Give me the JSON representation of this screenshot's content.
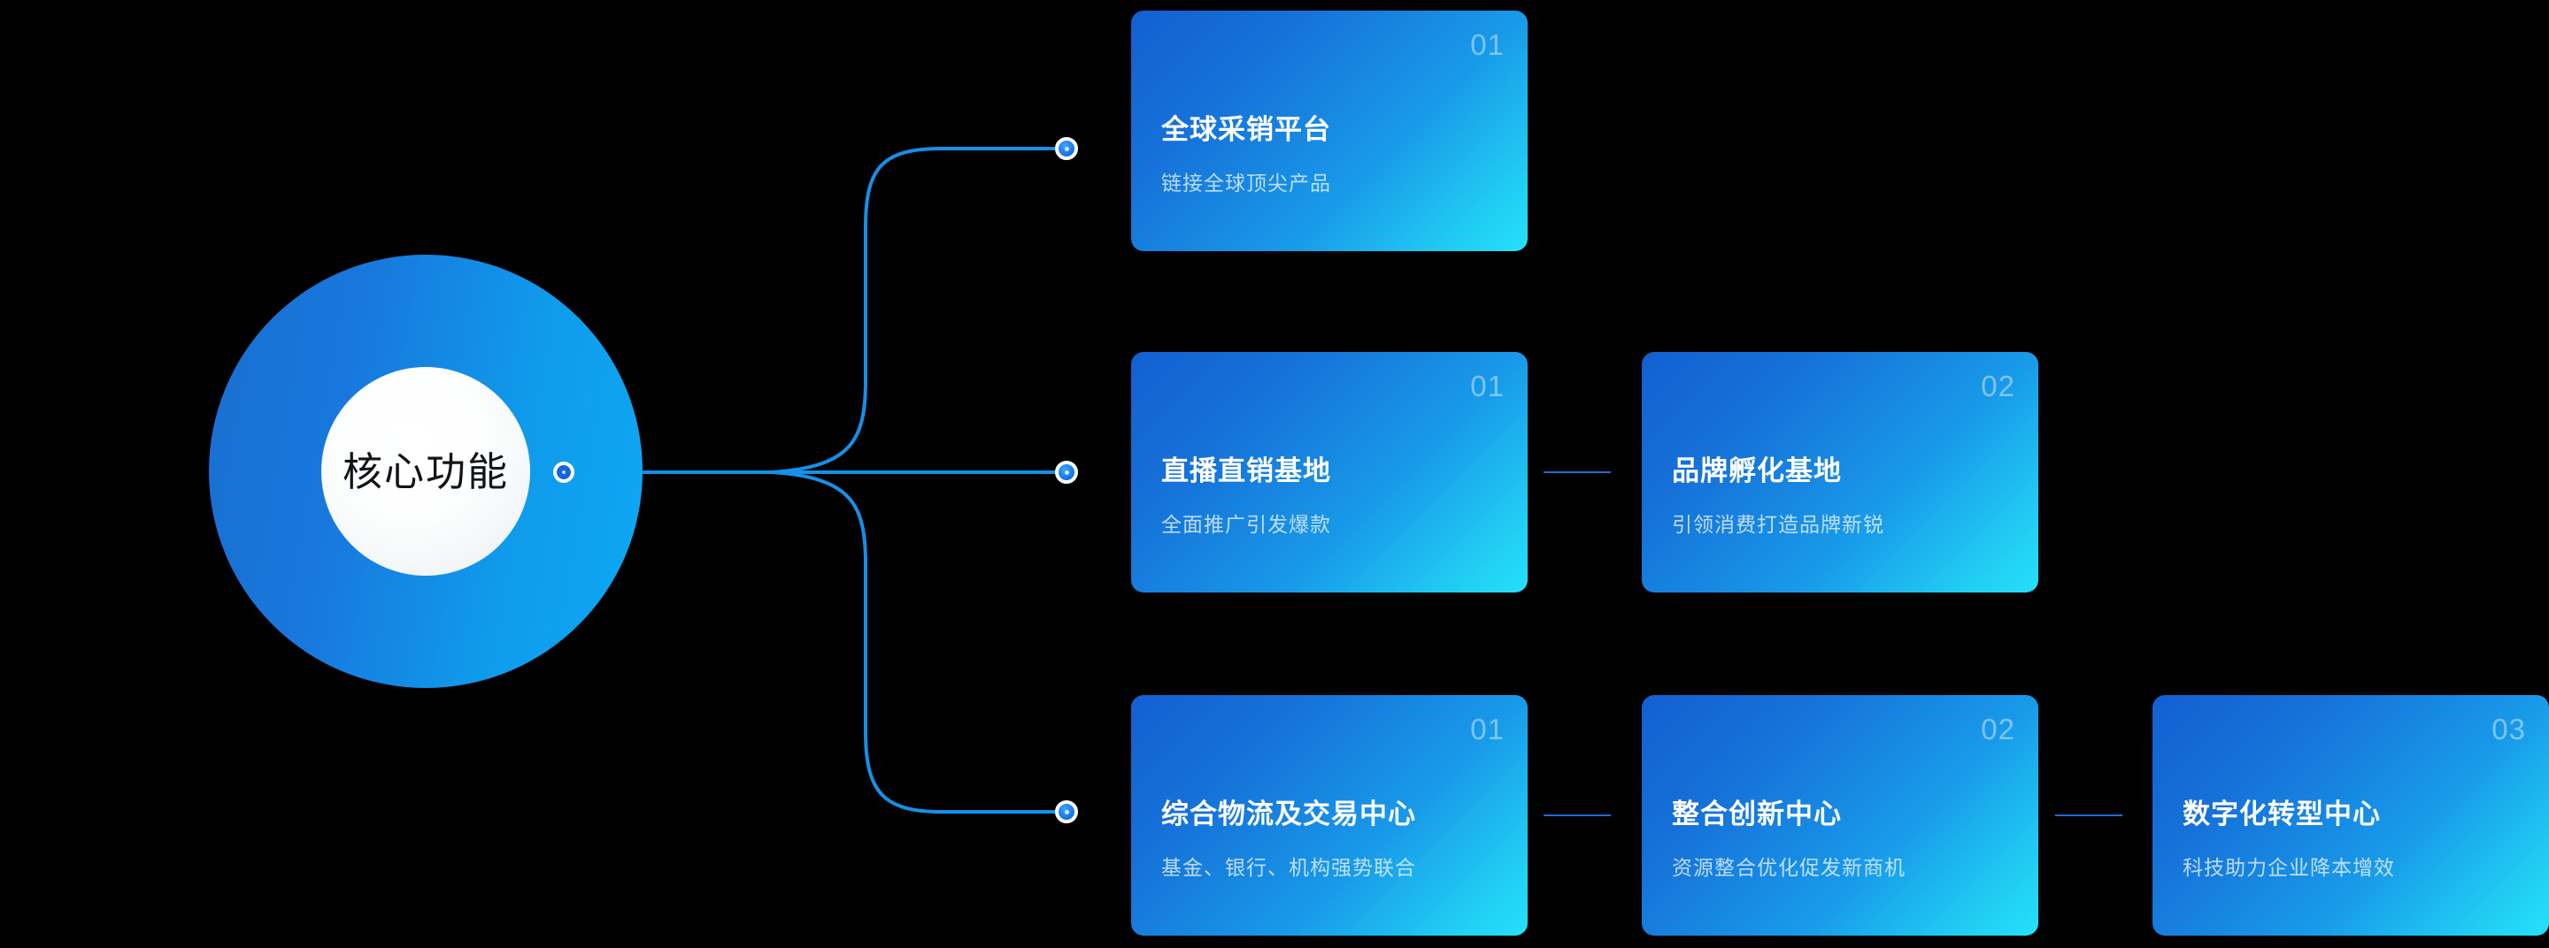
{
  "hub": {
    "label": "核心功能",
    "outer_gradient_from": "#1a6ed0",
    "outer_gradient_to": "#0ea8f5",
    "inner_fill": "#ffffff",
    "anchor_dot_color": "#1565d8"
  },
  "theme": {
    "background": "#000000",
    "card_gradient_from": "#1260d2",
    "card_gradient_to": "#25e0fa",
    "connector_color": "#1590e8",
    "link_color": "#1a6fd4",
    "node_dot_ring": "#ffffff",
    "node_dot_fill": "#1678ec",
    "title_color": "#ffffff",
    "subtitle_color": "#e7f2ff",
    "number_color": "#ecf4ff"
  },
  "branches": [
    {
      "branch_index": 1,
      "cards": [
        {
          "number": "01",
          "title": "全球采销平台",
          "subtitle": "链接全球顶尖产品"
        }
      ]
    },
    {
      "branch_index": 2,
      "cards": [
        {
          "number": "01",
          "title": "直播直销基地",
          "subtitle": "全面推广引发爆款"
        },
        {
          "number": "02",
          "title": "品牌孵化基地",
          "subtitle": "引领消费打造品牌新锐"
        }
      ]
    },
    {
      "branch_index": 3,
      "cards": [
        {
          "number": "01",
          "title": "综合物流及交易中心",
          "subtitle": "基金、银行、机构强势联合"
        },
        {
          "number": "02",
          "title": "整合创新中心",
          "subtitle": "资源整合优化促发新商机"
        },
        {
          "number": "03",
          "title": "数字化转型中心",
          "subtitle": "科技助力企业降本增效"
        }
      ]
    }
  ]
}
